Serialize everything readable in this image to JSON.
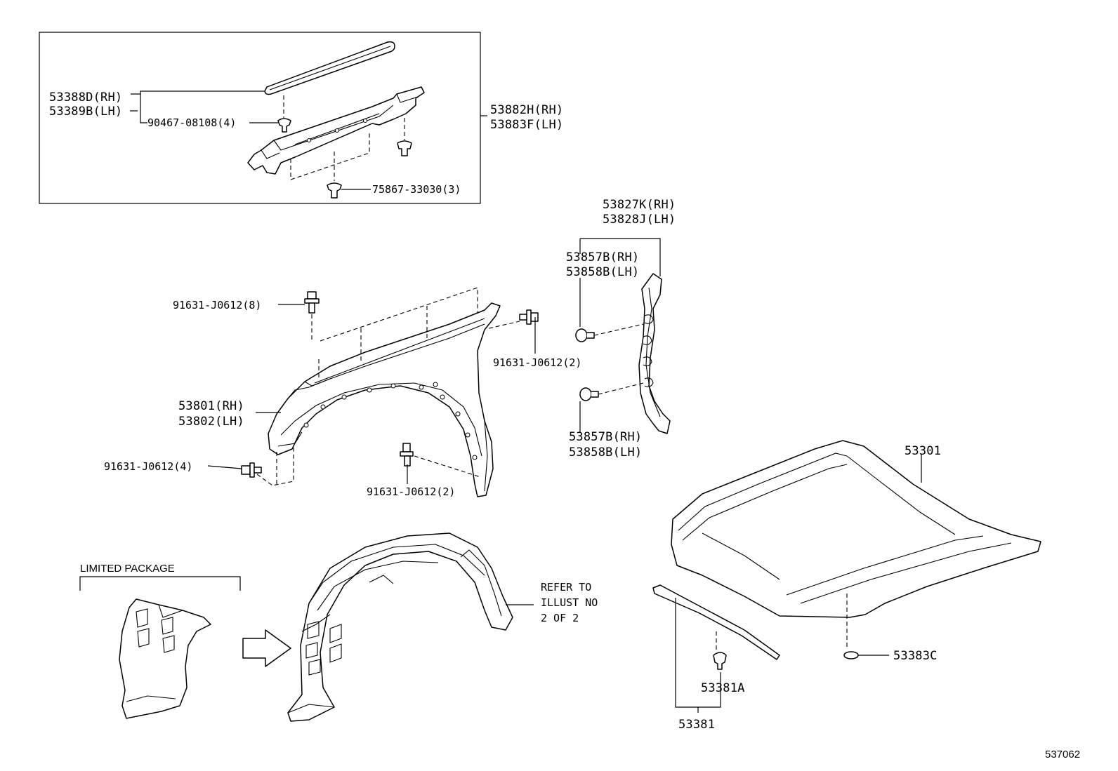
{
  "diagram": {
    "labels": {
      "seal_rh": "53388D(RH)",
      "seal_lh": "53389B(LH)",
      "clip_a": "90467-08108(4)",
      "bracket_rh": "53882H(RH)",
      "bracket_lh": "53883F(LH)",
      "clip_b": "75867-33030(3)",
      "fender_seal_rh": "53827K(RH)",
      "fender_seal_lh": "53828J(LH)",
      "retainer_top_rh": "53857B(RH)",
      "retainer_top_lh": "53858B(LH)",
      "retainer_bot_rh": "53857B(RH)",
      "retainer_bot_lh": "53858B(LH)",
      "bolt_top": "91631-J0612(8)",
      "bolt_right": "91631-J0612(2)",
      "fender_rh": "53801(RH)",
      "fender_lh": "53802(LH)",
      "bolt_left": "91631-J0612(4)",
      "bolt_bottom": "91631-J0612(2)",
      "hood": "53301",
      "limited": "LIMITED PACKAGE",
      "refer_1": "REFER TO",
      "refer_2": "ILLUST NO",
      "refer_3": "2 OF 2",
      "hood_cushion": "53383C",
      "clip_c": "53381A",
      "hood_seal": "53381",
      "diagram_id": "537062"
    }
  }
}
